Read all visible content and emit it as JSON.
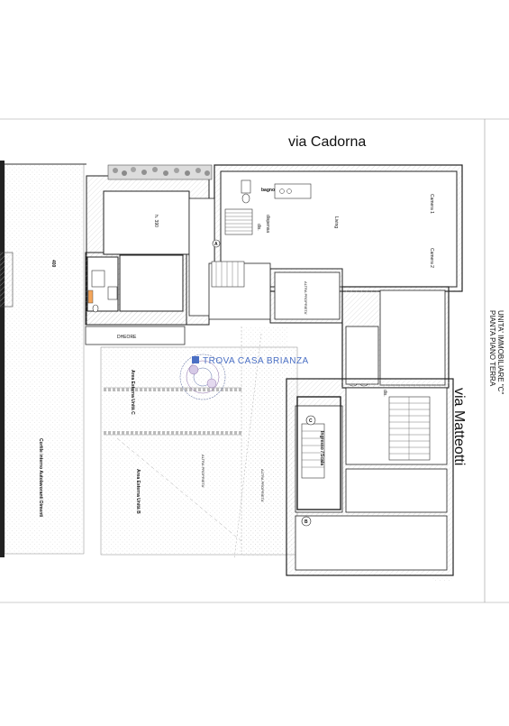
{
  "streets": {
    "north": "via Cadorna",
    "east": "via Matteotti"
  },
  "title": {
    "line1": "UNITA' IMMOBILIARE \"C\"",
    "line2": "PIANTA PIANO TERRA"
  },
  "watermark": {
    "text": "TROVA CASA BRIANZA"
  },
  "rooms": {
    "camera1": "Camera 1",
    "camera2": "Camera 2",
    "living": "Living",
    "bagno": "bagno",
    "dispensa": "dispensa",
    "disimpegno": "dis.",
    "dis2": "dis.",
    "dheore": "DHEORE",
    "h390": "h. 390",
    "ingresso": "Ingresso / Scala",
    "areaC": "Area Esterna Unità C",
    "areaB": "Area Esterna Unità B",
    "cortile": "Cortile interno Autolavoranti Dimenti",
    "altra1": "ALTRA PROPRIETA'",
    "altra2": "ALTRA PROPRIETA'",
    "altra3": "ALTRA PROPRIETA'",
    "marker_a": "A",
    "marker_b": "B",
    "marker_c": "C",
    "dim400": "400"
  }
}
